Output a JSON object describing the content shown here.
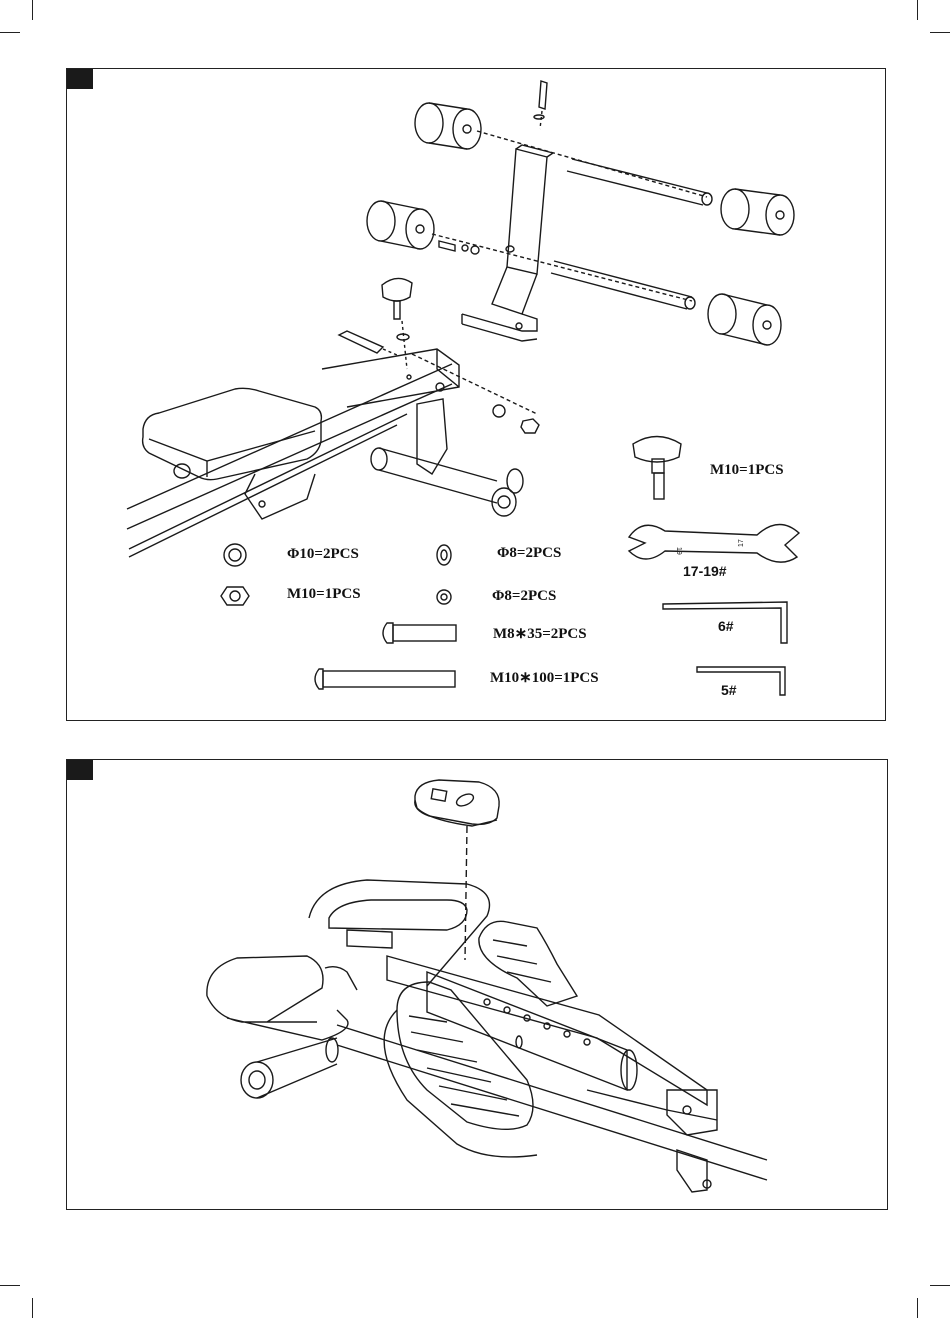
{
  "step1": {
    "parts": {
      "washer10": "Φ10=2PCS",
      "spring_washer": "Φ8=2PCS",
      "nut_m10": "M10=1PCS",
      "washer8": "Φ8=2PCS",
      "bolt_m8": "M8∗35=2PCS",
      "bolt_m10": "M10∗100=1PCS",
      "knob": "M10=1PCS"
    },
    "tools": {
      "wrench": "17-19#",
      "allen6": "6#",
      "allen5": "5#"
    },
    "wrench_marks": {
      "left": "19",
      "right": "17"
    }
  },
  "colors": {
    "line": "#1a1a1a",
    "badge": "#1a1a1a",
    "paper": "#ffffff"
  }
}
